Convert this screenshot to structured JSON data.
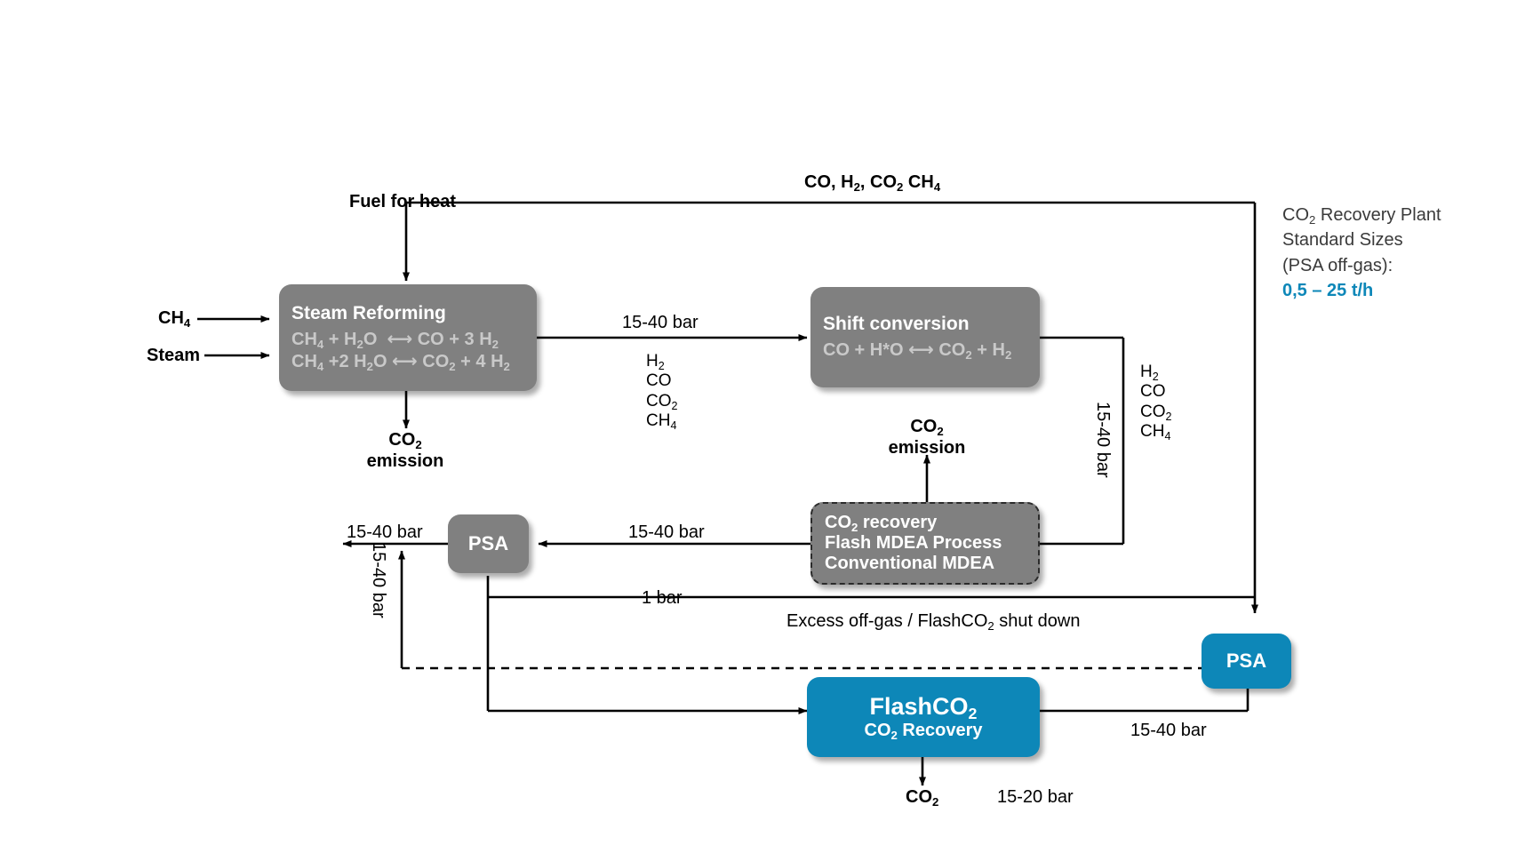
{
  "diagram": {
    "title": "Steam reforming hydrogen plant with FlashCO2 recovery",
    "colors": {
      "accent": "#0d87b8",
      "process_grey": "#808080",
      "sub_text": "#c9c9c9",
      "line": "#000000"
    }
  },
  "nodes": {
    "steam_reforming": {
      "title": "Steam Reforming",
      "eq1_a": "CH",
      "eq1_a_sub": "4",
      "eq1_text": "CH4 + H2O  ⟺ CO + 3 H2",
      "eq2_text": "CH4 +2 H2O ⟺ CO2 + 4 H2"
    },
    "shift_conversion": {
      "title": "Shift conversion",
      "eq_text": "CO + H*O ⟺ CO2 + H2"
    },
    "co2_recovery": {
      "line1": "CO2 recovery",
      "line2": "Flash MDEA Process",
      "line3": "Conventional MDEA"
    },
    "psa_left": {
      "label": "PSA"
    },
    "psa_right": {
      "label": "PSA"
    },
    "flashco2": {
      "title": "FlashCO2",
      "subtitle": "CO2 Recovery"
    }
  },
  "stream_labels": {
    "fuel_for_heat": "Fuel for heat",
    "top_recycle": "CO, H2, CO2 CH4",
    "feed_ch4": "CH4",
    "feed_steam": "Steam",
    "reformer_co2_emission_l1": "CO2",
    "reformer_co2_emission_l2": "emission",
    "shift_co2_emission_l1": "CO2",
    "shift_co2_emission_l2": "emission",
    "p_reformer_out": "15-40 bar",
    "p_shift_out_vertical": "15-40 bar",
    "p_to_psa": "15-40 bar",
    "p_psa_product": "15-40 bar",
    "p_psa_offgas_vertical": "15-40 bar",
    "p_offgas_1bar": "1 bar",
    "p_flash_out": "15-40 bar",
    "p_co2_product": "15-20 bar",
    "excess_offgas": "Excess off-gas / FlashCO2 shut down",
    "product_co2": "CO2"
  },
  "gas_lists": {
    "after_reformer": [
      "H2",
      "CO",
      "CO2",
      "CH4"
    ],
    "after_shift": [
      "H2",
      "CO",
      "CO2",
      "CH4"
    ]
  },
  "side_note": {
    "line1": "CO2 Recovery Plant",
    "line2": "Standard Sizes",
    "line3": "(PSA off-gas):",
    "line4_accent": "0,5 – 25 t/h"
  }
}
